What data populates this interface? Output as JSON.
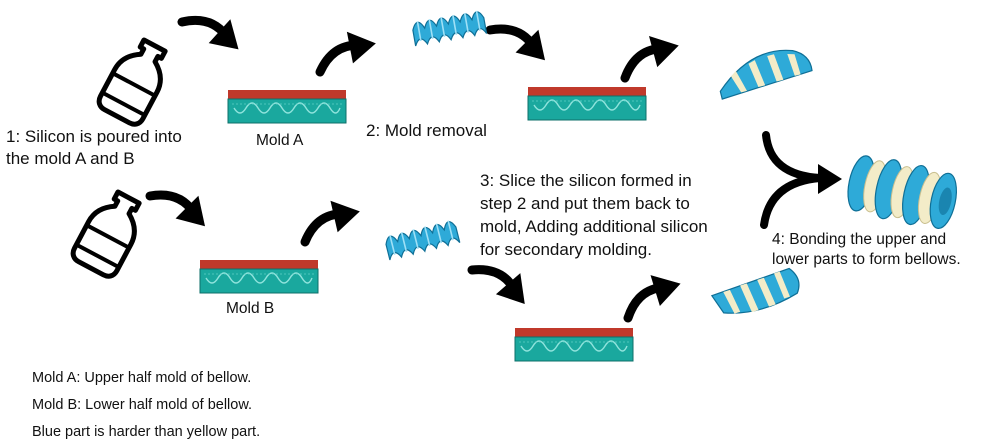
{
  "labels": {
    "step1_line1": "1: Silicon is poured into",
    "step1_line2": "the mold A and B",
    "mold_a": "Mold A",
    "step2": "2: Mold removal",
    "mold_b": "Mold B",
    "step3_line1": "3: Slice the silicon formed in",
    "step3_line2": "step 2 and put them back to",
    "step3_line3": "mold, Adding additional silicon",
    "step3_line4": "for secondary molding.",
    "step4_line1": "4: Bonding the upper and",
    "step4_line2": "lower parts to form bellows."
  },
  "legend": {
    "line1": "Mold A: Upper half mold of bellow.",
    "line2": "Mold B: Lower half mold of bellow.",
    "line3": "Blue part is harder than yellow part."
  },
  "colors": {
    "mold_top": "#c0392b",
    "mold_body": "#1aa89e",
    "silicone_blue": "#2eaad8",
    "silicone_yellow": "#f3ecc8",
    "arrow": "#000000"
  },
  "icons": [
    "bottle-icon",
    "mold-icon",
    "arrow-icon",
    "bellow-part-icon",
    "merge-arrow-icon"
  ]
}
